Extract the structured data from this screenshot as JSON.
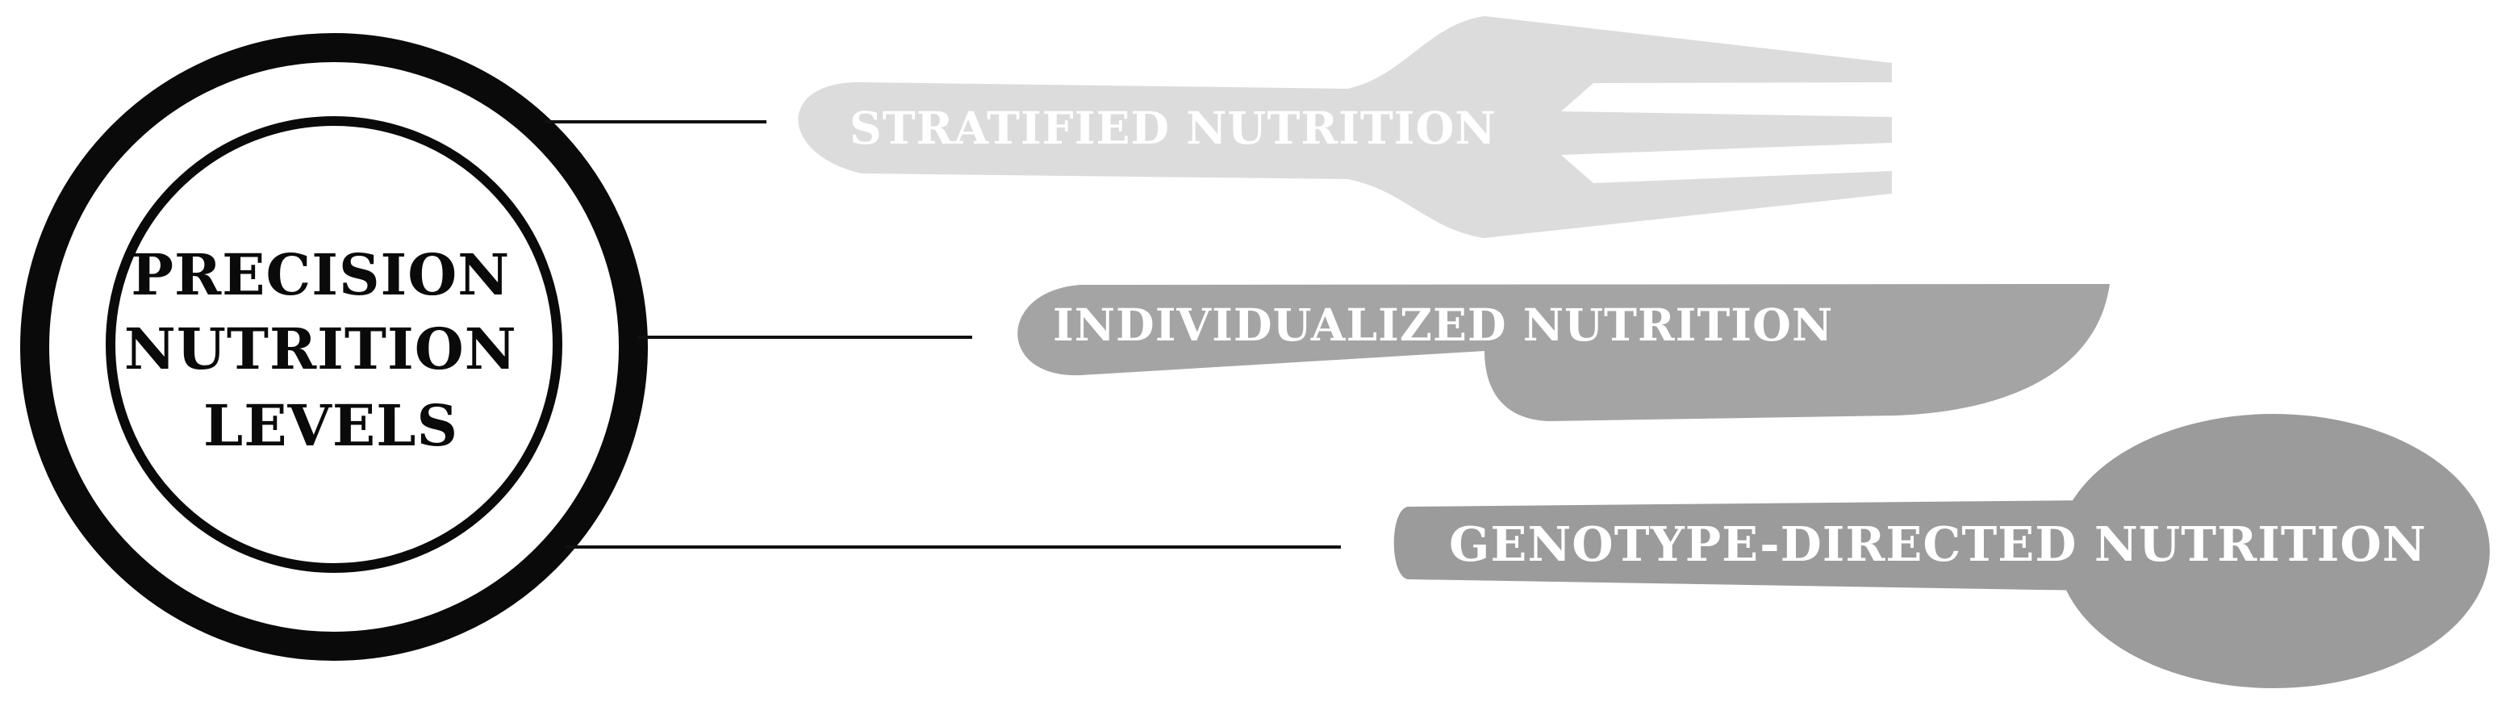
{
  "plate": {
    "title_lines": [
      "PRECISION",
      "NUTRITION",
      "LEVELS"
    ]
  },
  "levels": [
    {
      "label": "STRATIFIED NUTRITION",
      "utensil": "fork-icon",
      "color": "#dcdcdc"
    },
    {
      "label": "INDIVIDUALIZED NUTRITION",
      "utensil": "knife-icon",
      "color": "#a4a4a4"
    },
    {
      "label": "GENOTYPE-DIRECTED NUTRITION",
      "utensil": "spoon-icon",
      "color": "#9b9b9b"
    }
  ],
  "colors": {
    "plate_stroke": "#0a0a0a",
    "connector": "#111111",
    "label_text": "#ffffff",
    "title_text": "#0a0a0a"
  }
}
